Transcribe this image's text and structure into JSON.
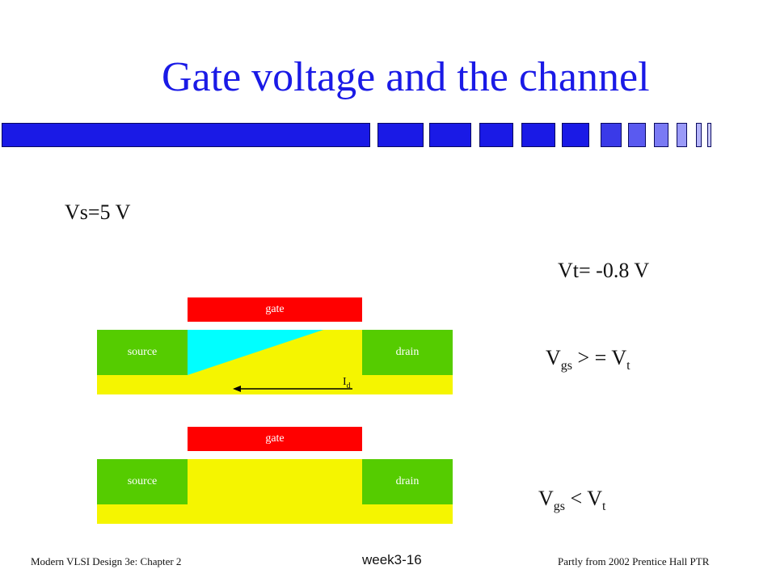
{
  "slide": {
    "title": "Gate voltage and the channel",
    "vs_label": "Vs=5 V",
    "vt_label": "Vt= -0.8 V"
  },
  "diagram_top": {
    "gate_label": "gate",
    "source_label": "source",
    "drain_label": "drain",
    "current_label_main": "I",
    "current_label_sub": "d",
    "condition": {
      "main": "V",
      "sub": "gs",
      "op": " > = V",
      "sub2": "t"
    }
  },
  "diagram_bottom": {
    "gate_label": "gate",
    "source_label": "source",
    "drain_label": "drain",
    "condition": {
      "main": "V",
      "sub": "gs",
      "op": " < V",
      "sub2": "t"
    }
  },
  "footer": {
    "left": "Modern VLSI Design 3e: Chapter 2",
    "center": "week3-16",
    "right": "Partly from 2002 Prentice Hall PTR"
  },
  "colors": {
    "title_blue": "#1a1ae6",
    "gate_red": "#ff0000",
    "substrate_yellow": "#f5f500",
    "region_green": "#55cc00",
    "channel_cyan": "#00ffff"
  }
}
